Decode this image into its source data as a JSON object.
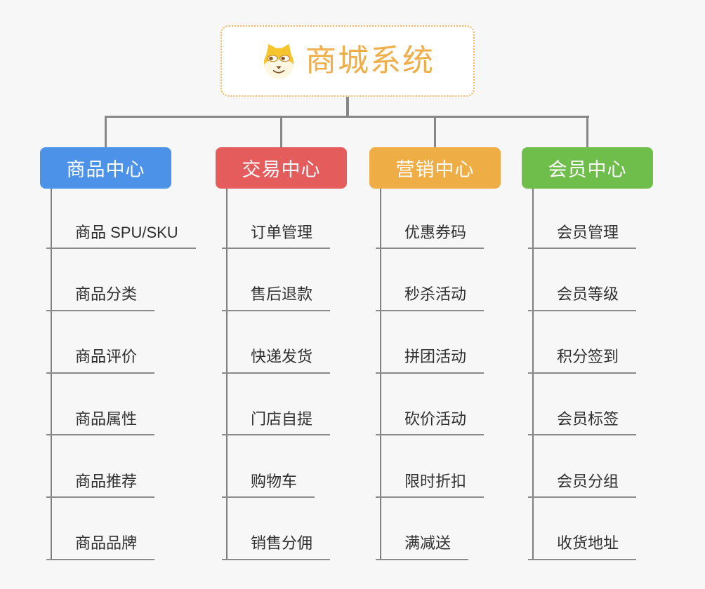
{
  "root": {
    "title": "商城系统",
    "icon": "dog-icon",
    "title_color": "#F0AE4B",
    "border_color": "#F2B35C"
  },
  "branches": [
    {
      "label": "商品中心",
      "color": "#4B92E8",
      "items": [
        "商品 SPU/SKU",
        "商品分类",
        "商品评价",
        "商品属性",
        "商品推荐",
        "商品品牌"
      ]
    },
    {
      "label": "交易中心",
      "color": "#E45C5C",
      "items": [
        "订单管理",
        "售后退款",
        "快递发货",
        "门店自提",
        "购物车",
        "销售分佣"
      ]
    },
    {
      "label": "营销中心",
      "color": "#EFAE45",
      "items": [
        "优惠券码",
        "秒杀活动",
        "拼团活动",
        "砍价活动",
        "限时折扣",
        "满减送"
      ]
    },
    {
      "label": "会员中心",
      "color": "#6FBE4B",
      "items": [
        "会员管理",
        "会员等级",
        "积分签到",
        "会员标签",
        "会员分组",
        "收货地址"
      ]
    }
  ],
  "colors": {
    "background": "#F7F7F7",
    "connector": "#878787",
    "leaf_underline": "#8A8A8A",
    "leaf_text": "#2F2F2F"
  }
}
